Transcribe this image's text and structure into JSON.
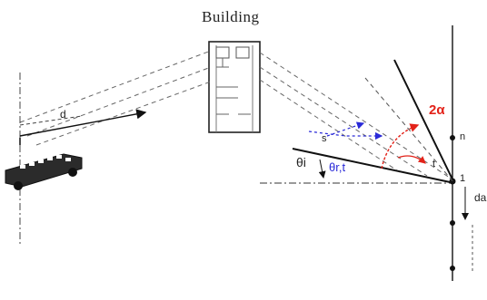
{
  "title": "Building",
  "labels": {
    "two_alpha": "2α",
    "theta_i": "θi",
    "theta_r": "θr,t",
    "d_sub": "da",
    "n_label": "n",
    "s_label": "s",
    "t_label": "t",
    "one_label": "1",
    "d_label": "d"
  },
  "colors": {
    "line": "#111111",
    "dashed": "#555555",
    "red": "#e32219",
    "blue": "#2a2ad8"
  }
}
